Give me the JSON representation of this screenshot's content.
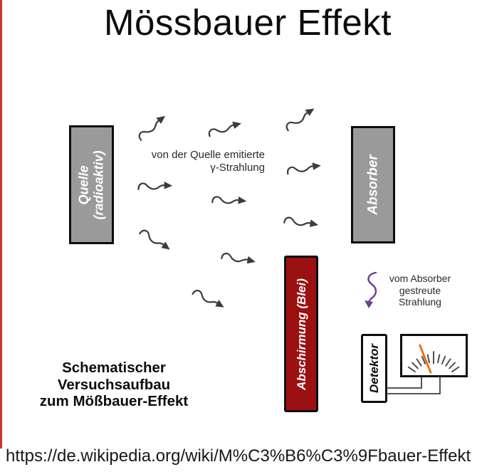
{
  "title": "Mössbauer Effekt",
  "diagram": {
    "quelle": {
      "line1": "Quelle",
      "line2": "(radioaktiv)"
    },
    "absorber": "Absorber",
    "abschirmung": "Abschirmung (Blei)",
    "emitted": {
      "line1": "von der Quelle emitierte",
      "line2": "γ-Strahlung"
    },
    "scattered": {
      "line1": "vom Absorber",
      "line2": "gestreute",
      "line3": "Strahlung"
    },
    "detektor": "Detektor",
    "caption": {
      "line1": "Schematischer",
      "line2": "Versuchsaufbau",
      "line3": "zum Mößbauer-Effekt"
    }
  },
  "footer": {
    "url": "https://de.wikipedia.org/wiki/M%C3%B6%C3%9Fbauer-Effekt"
  },
  "icons": {
    "gamma_arrow": "wavy-arrow-icon",
    "scattered_arrow": "purple-wavy-arrow-icon",
    "meter": "analog-meter-icon"
  },
  "colors": {
    "bar_gray": "#9a9a9a",
    "shield_red": "#9b1010",
    "arrow_gray": "#3c3c3c",
    "purple": "#6f3d8a",
    "needle_orange": "#ee6811",
    "edge_red": "#cc3333"
  }
}
